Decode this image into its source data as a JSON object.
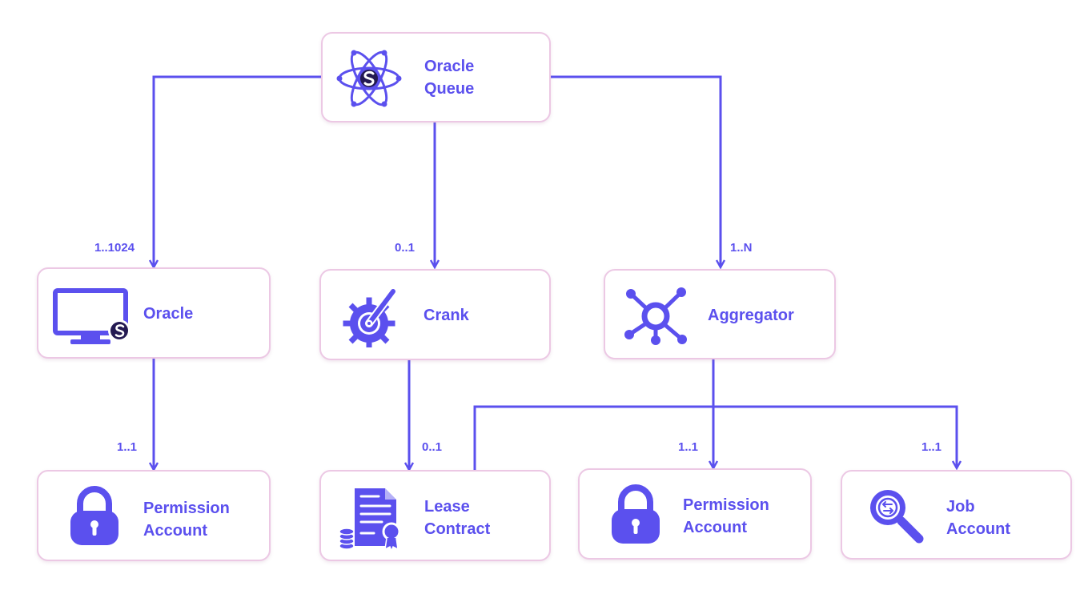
{
  "colors": {
    "accent": "#5b50ee",
    "node_border": "#ecc8e4",
    "logo_dark": "#241a52"
  },
  "nodes": {
    "oracle_queue": {
      "line1": "Oracle",
      "line2": "Queue",
      "icon": "atom-icon"
    },
    "oracle": {
      "line1": "Oracle",
      "icon": "monitor-icon"
    },
    "crank": {
      "line1": "Crank",
      "icon": "crank-gear-icon"
    },
    "aggregator": {
      "line1": "Aggregator",
      "icon": "network-hub-icon"
    },
    "permission_account_left": {
      "line1": "Permission",
      "line2": "Account",
      "icon": "padlock-icon"
    },
    "lease_contract": {
      "line1": "Lease",
      "line2": "Contract",
      "icon": "contract-certificate-icon"
    },
    "permission_account_right": {
      "line1": "Permission",
      "line2": "Account",
      "icon": "padlock-icon"
    },
    "job_account": {
      "line1": "Job",
      "line2": "Account",
      "icon": "magnifier-icon"
    }
  },
  "multiplicities": {
    "queue_to_oracle": "1..1024",
    "queue_to_crank": "0..1",
    "queue_to_aggregator": "1..N",
    "oracle_to_permission": "1..1",
    "crank_to_lease": "0..1",
    "aggregator_to_permission": "1..1",
    "aggregator_to_job": "1..1"
  }
}
